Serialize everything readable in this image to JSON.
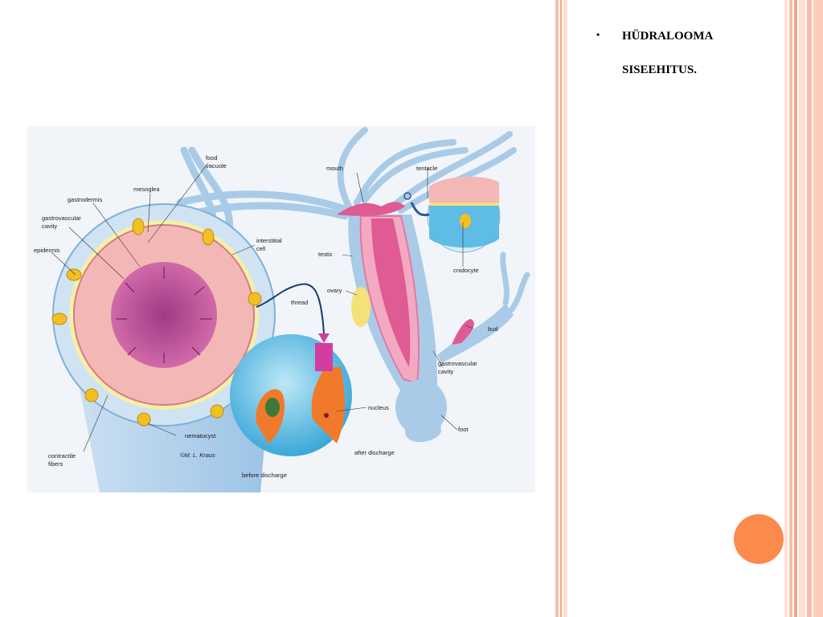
{
  "slide": {
    "title_line1": "HÜDRALOOMA",
    "title_line2": "SISEEHITUS.",
    "bullet": "•",
    "colors": {
      "stripe_light": "#fde0d3",
      "stripe_mid": "#f8bda6",
      "stripe_dark": "#f3a48a",
      "accent_dot": "#fb8a4c"
    }
  },
  "diagram": {
    "labels": {
      "food_vacuole_1": "food",
      "food_vacuole_2": "vacuole",
      "mesoglea": "mesoglea",
      "gastrodermis": "gastrodermis",
      "gv_cavity_left_1": "gastrovascular",
      "gv_cavity_left_2": "cavity",
      "epidermis": "epidermis",
      "interstitial_1": "interstitial",
      "interstitial_2": "cell",
      "thread": "thread",
      "mouth": "mouth",
      "tentacle": "tentacle",
      "testis": "testis",
      "ovary": "ovary",
      "cnidocyte": "cnidocyte",
      "bud": "bud",
      "gv_cavity_right_1": "gastrovascular",
      "gv_cavity_right_2": "cavity",
      "nucleus": "nucleus",
      "foot": "foot",
      "nematocyst": "nematocyst",
      "contractile_1": "contractile",
      "contractile_2": "fibers",
      "after_discharge": "after discharge",
      "before_discharge": "before discharge",
      "signature": "©M. L. Kraus"
    }
  }
}
